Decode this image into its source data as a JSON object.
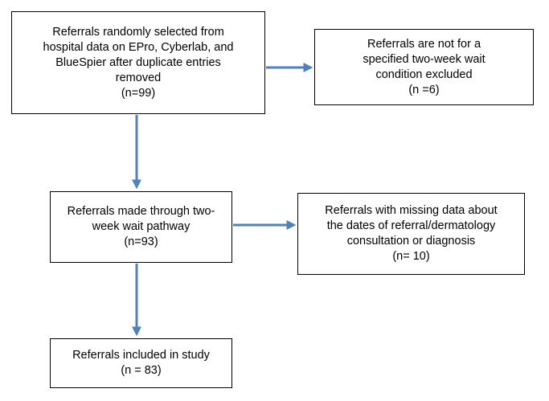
{
  "colors": {
    "arrow": "#4f81bd",
    "box_border": "#000000",
    "background": "#ffffff"
  },
  "boxes": {
    "selected": {
      "lines": [
        "Referrals randomly selected from",
        "hospital data on EPro, Cyberlab, and",
        "BlueSpier after duplicate entries",
        "removed",
        "(n=99)"
      ]
    },
    "excluded_not_specified": {
      "lines": [
        "Referrals are not for a",
        "specified two-week wait",
        "condition excluded",
        "(n =6)"
      ]
    },
    "two_week_wait": {
      "lines": [
        "Referrals made through two-",
        "week wait pathway",
        "(n=93)"
      ]
    },
    "missing_data": {
      "lines": [
        "Referrals with missing data about",
        "the dates of referral/dermatology",
        "consultation or diagnosis",
        "(n= 10)"
      ]
    },
    "included": {
      "lines": [
        "Referrals included in study",
        "(n = 83)"
      ]
    }
  }
}
